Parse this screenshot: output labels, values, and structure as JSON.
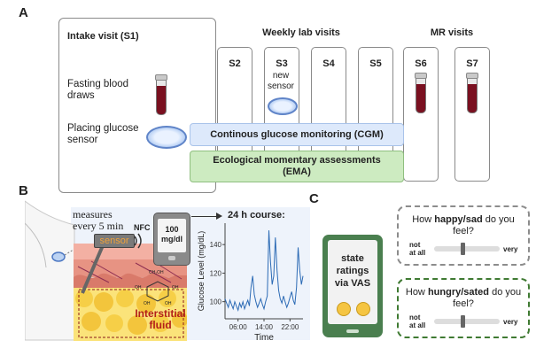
{
  "panels": {
    "a": "A",
    "b": "B",
    "c": "C"
  },
  "intake": {
    "title": "Intake visit (S1)",
    "fasting": "Fasting blood draws",
    "placing": "Placing glucose sensor"
  },
  "weekly": {
    "title": "Weekly lab visits",
    "sessions": [
      "S2",
      "S3",
      "S4",
      "S5"
    ],
    "new_sensor": "new sensor"
  },
  "mr": {
    "title": "MR visits",
    "sessions": [
      "S6",
      "S7"
    ]
  },
  "bars": {
    "cgm": "Continous glucose monitoring (CGM)",
    "ema_line1": "Ecological momentary assessments",
    "ema_line2": "(EMA)"
  },
  "panel_b": {
    "measures_line1": "measures",
    "measures_line2": "every 5 min",
    "nfc": "NFC",
    "sensor": "sensor",
    "reader_value": "100",
    "reader_unit": "mg/dl",
    "course": "24 h course:",
    "interstitial_line1": "Interstitial",
    "interstitial_line2": "fluid",
    "molecule_labels": [
      "CH₂OH",
      "OH",
      "OH",
      "OH",
      "OH"
    ]
  },
  "chart_data": {
    "type": "line",
    "xlabel": "Time",
    "ylabel": "Glucose Level (mg/dL)",
    "x_ticks": [
      "06:00",
      "14:00",
      "22:00"
    ],
    "y_ticks": [
      100,
      120,
      140
    ],
    "ylim": [
      88,
      155
    ],
    "x_hours": [
      0,
      0.5,
      1,
      1.5,
      2,
      2.5,
      3,
      3.5,
      4,
      4.5,
      5,
      5.5,
      6,
      6.5,
      7,
      7.5,
      8,
      8.5,
      9,
      9.5,
      10,
      10.5,
      11,
      11.5,
      12,
      12.5,
      13,
      13.5,
      14,
      14.5,
      15,
      15.5,
      16,
      16.5,
      17,
      17.5,
      18,
      18.5,
      19,
      19.5,
      20,
      20.5,
      21,
      21.5,
      22,
      22.5,
      23,
      23.5,
      24
    ],
    "values": [
      102,
      99,
      96,
      101,
      98,
      95,
      100,
      97,
      94,
      99,
      96,
      100,
      95,
      98,
      101,
      97,
      110,
      118,
      105,
      100,
      96,
      99,
      102,
      98,
      95,
      100,
      104,
      150,
      128,
      112,
      118,
      145,
      122,
      108,
      102,
      99,
      104,
      100,
      96,
      99,
      103,
      107,
      101,
      98,
      110,
      138,
      122,
      112,
      118
    ]
  },
  "vas": {
    "ema_screen": {
      "line1": "state",
      "line2": "ratings",
      "line3": "via VAS"
    },
    "q1": {
      "pre": "How ",
      "bold": "happy/sad",
      "post": " do you",
      "line2": "feel?",
      "left1": "not",
      "left2": "at all",
      "right": "very"
    },
    "q2": {
      "pre": "How ",
      "bold": "hungry/sated",
      "post": " do you",
      "line2": "feel?",
      "left1": "not",
      "left2": "at all",
      "right": "very"
    }
  },
  "colors": {
    "cgm_bar": "#dde9fb",
    "ema_bar": "#cdebc1",
    "q1_border": "#8c8c8c",
    "q2_border": "#3f7a32",
    "phone": "#4a7f4f",
    "line": "#2d6bb5"
  }
}
